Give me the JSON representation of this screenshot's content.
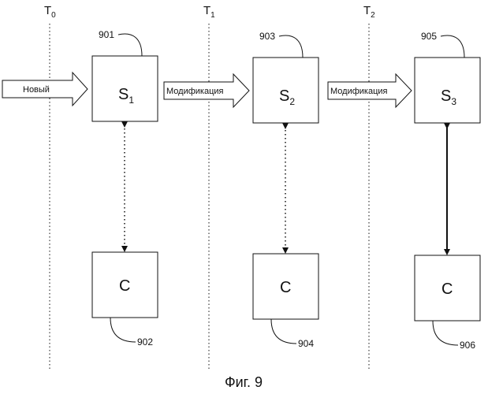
{
  "timeline": [
    {
      "label": "T",
      "sub": "0"
    },
    {
      "label": "T",
      "sub": "1"
    },
    {
      "label": "T",
      "sub": "2"
    }
  ],
  "arrows": [
    {
      "label": "Новый"
    },
    {
      "label": "Модификация"
    },
    {
      "label": "Модификация"
    }
  ],
  "servers": [
    {
      "ref": "901",
      "label": "S",
      "sub": "1"
    },
    {
      "ref": "903",
      "label": "S",
      "sub": "2"
    },
    {
      "ref": "905",
      "label": "S",
      "sub": "3"
    }
  ],
  "clients": [
    {
      "ref": "902",
      "label": "C"
    },
    {
      "ref": "904",
      "label": "C"
    },
    {
      "ref": "906",
      "label": "C"
    }
  ],
  "links": [
    {
      "style": "dotted"
    },
    {
      "style": "dotted"
    },
    {
      "style": "solid"
    }
  ],
  "caption": "Фиг. 9",
  "colors": {
    "line": "#111111",
    "background": "#ffffff"
  }
}
